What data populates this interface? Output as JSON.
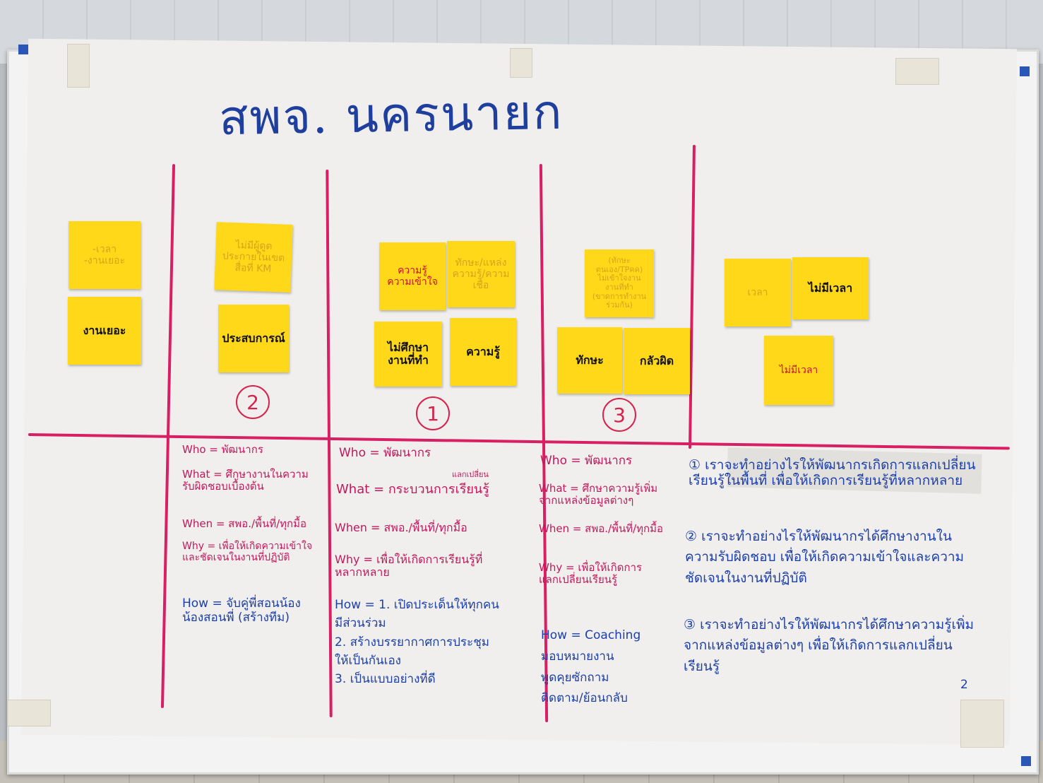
{
  "title": "สพจ. นครนายก",
  "notes": [
    {
      "id": "c0a",
      "text": "-เวลา\n-งานเยอะ",
      "style": "faint"
    },
    {
      "id": "c0b",
      "text": "งานเยอะ",
      "style": "dark"
    },
    {
      "id": "c1a",
      "text": "ไม่มีผู้ดูด\nประกายในเขต\nสื่อที่ KM",
      "style": "faint"
    },
    {
      "id": "c1b",
      "text": "ประสบการณ์",
      "style": "dark"
    },
    {
      "id": "c2a",
      "text": "ความรู้\nความเข้าใจ",
      "style": "red"
    },
    {
      "id": "c2b",
      "text": "ทักษะ/แหล่ง\nความรู้/ความเชื่อ",
      "style": "faint"
    },
    {
      "id": "c2c",
      "text": "ไม่ศึกษา\nงานที่ทำ",
      "style": "dark"
    },
    {
      "id": "c2d",
      "text": "ความรู้",
      "style": "dark"
    },
    {
      "id": "c3a",
      "text": "(ทักษะตนเอง/TPคค)\nไม่เข้าใจงาน\nงานที่ทำ\n(ขาดการทำงานร่วมกัน)",
      "style": "faint"
    },
    {
      "id": "c3b",
      "text": "ทักษะ",
      "style": "dark"
    },
    {
      "id": "c3c",
      "text": "กลัวผิด",
      "style": "dark"
    },
    {
      "id": "c4a",
      "text": "เวลา",
      "style": "faint"
    },
    {
      "id": "c4b",
      "text": "ไม่มีเวลา",
      "style": "dark"
    },
    {
      "id": "c4c",
      "text": "ไม่มีเวลา",
      "style": "red"
    }
  ],
  "rankings": [
    "2",
    "1",
    "3"
  ],
  "columns": [
    {
      "who": "Who = พัฒนากร",
      "what": "What = ศึกษางานในความ\nรับผิดชอบเบื้องต้น",
      "when": "When = สพอ./พื้นที่/ทุกมื้อ",
      "why": "Why = เพื่อให้เกิดความเข้าใจ\nและชัดเจนในงานที่ปฏิบัติ",
      "how": "How = จับคู่พี่สอนน้อง\nน้องสอนพี่ (สร้างทีม)"
    },
    {
      "who": "Who = พัฒนากร",
      "what_note": "แลกเปลี่ยน",
      "what": "What = กระบวนการเรียนรู้",
      "when": "When = สพอ./พื้นที่/ทุกมื้อ",
      "why": "Why = เพื่อให้เกิดการเรียนรู้ที่\nหลากหลาย",
      "how": "How = 1. เปิดประเด็นให้ทุกคน\nมีส่วนร่วม\n2. สร้างบรรยากาศการประชุม\nให้เป็นกันเอง\n3. เป็นแบบอย่างที่ดี"
    },
    {
      "who": "Who = พัฒนากร",
      "what": "What = ศึกษาความรู้เพิ่ม\nจากแหล่งข้อมูลต่างๆ",
      "when": "When = สพอ./พื้นที่/ทุกมื้อ",
      "why": "Why = เพื่อให้เกิดการ\nแลกเปลี่ยนเรียนรู้",
      "how": "How = Coaching\nมอบหมายงาน\nพูดคุยซักถาม\nติดตาม/ย้อนกลับ"
    }
  ],
  "summary": [
    "① เราจะทำอย่างไรให้พัฒนากรเกิดการแลกเปลี่ยน\nเรียนรู้ในพื้นที่ เพื่อให้เกิดการเรียนรู้ที่หลากหลาย",
    "② เราจะทำอย่างไรให้พัฒนากรได้ศึกษางานใน\nความรับผิดชอบ เพื่อให้เกิดความเข้าใจและความ\nชัดเจนในงานที่ปฏิบัติ",
    "③ เราจะทำอย่างไรให้พัฒนากรได้ศึกษาความรู้เพิ่ม\nจากแหล่งข้อมูลต่างๆ เพื่อให้เกิดการแลกเปลี่ยน\nเรียนรู้"
  ],
  "page_number": "2",
  "colors": {
    "ink_blue": "#1c3fa8",
    "ink_magenta": "#c2185b",
    "line_red": "#d91f64",
    "note_yellow": "#ffd81a"
  }
}
